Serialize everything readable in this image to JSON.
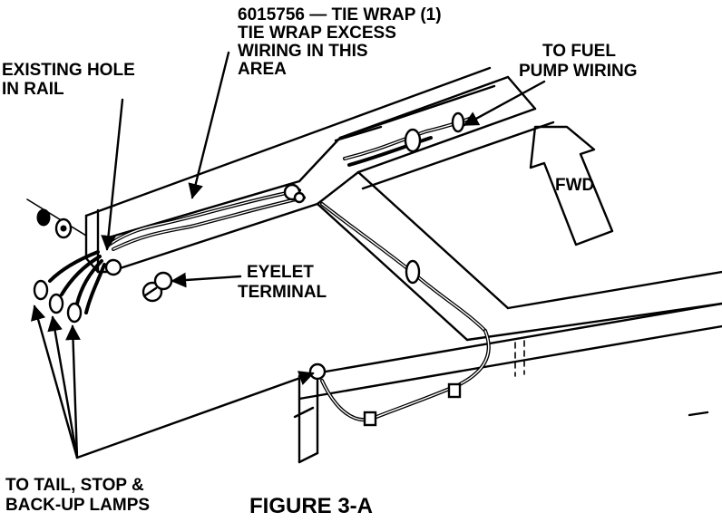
{
  "figure_title": "FIGURE 3-A",
  "labels": {
    "part_line1": "6015756 — TIE WRAP (1)",
    "part_line2": "TIE WRAP EXCESS",
    "part_line3": "WIRING IN THIS",
    "part_line4": "AREA",
    "hole_line1": "EXISTING HOLE",
    "hole_line2": "IN RAIL",
    "fuel_line1": "TO FUEL",
    "fuel_line2": "PUMP WIRING",
    "fwd": "FWD",
    "eyelet_line1": "EYELET",
    "eyelet_line2": "TERMINAL",
    "lamps_line1": "TO TAIL, STOP &",
    "lamps_line2": "BACK-UP LAMPS"
  },
  "colors": {
    "ink": "#000000",
    "paper": "#ffffff"
  }
}
